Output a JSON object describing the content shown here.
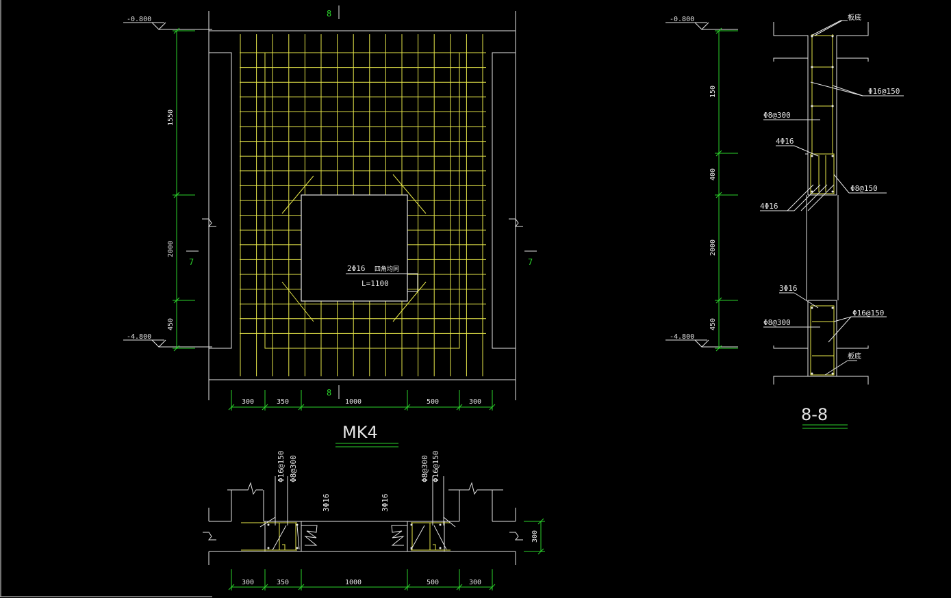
{
  "colors": {
    "background": "#000000",
    "line": "#e6e6e6",
    "dimension": "#2bd52b",
    "rebar": "#e8e84a"
  },
  "mk4": {
    "title": "MK4",
    "section_mark_top": "8",
    "section_mark_bottom": "8",
    "section_mark_left": "7",
    "section_mark_right": "7",
    "elev_top": "-0.800",
    "elev_bottom": "-4.800",
    "vertical_dims": [
      "1550",
      "2000",
      "450"
    ],
    "horizontal_dims": [
      "300",
      "350",
      "1000",
      "500",
      "300"
    ],
    "opening_rebar_label": "2Φ16",
    "opening_rebar_note": "四角均同",
    "opening_rebar_length": "L=1100"
  },
  "section88": {
    "title": "8-8",
    "elev_top": "-0.800",
    "elev_bottom": "-4.800",
    "vertical_dims": [
      "150",
      "400",
      "2000",
      "450"
    ],
    "labels": {
      "slab_top": "板底",
      "slab_bottom": "板底",
      "phi16_150_top": "Φ16@150",
      "phi8_300_top": "Φ8@300",
      "four_phi16_a": "4Φ16",
      "phi8_150": "Φ8@150",
      "four_phi16_b": "4Φ16",
      "three_phi16": "3Φ16",
      "phi8_300_bottom": "Φ8@300",
      "phi16_150_bottom": "Φ16@150"
    }
  },
  "section77": {
    "labels_left": [
      "Φ16@150",
      "Φ8@300",
      "3Φ16"
    ],
    "labels_right": [
      "3Φ16",
      "Φ8@300",
      "Φ16@150"
    ],
    "height_dim": "300",
    "horizontal_dims": [
      "300",
      "350",
      "1000",
      "500",
      "300"
    ]
  }
}
